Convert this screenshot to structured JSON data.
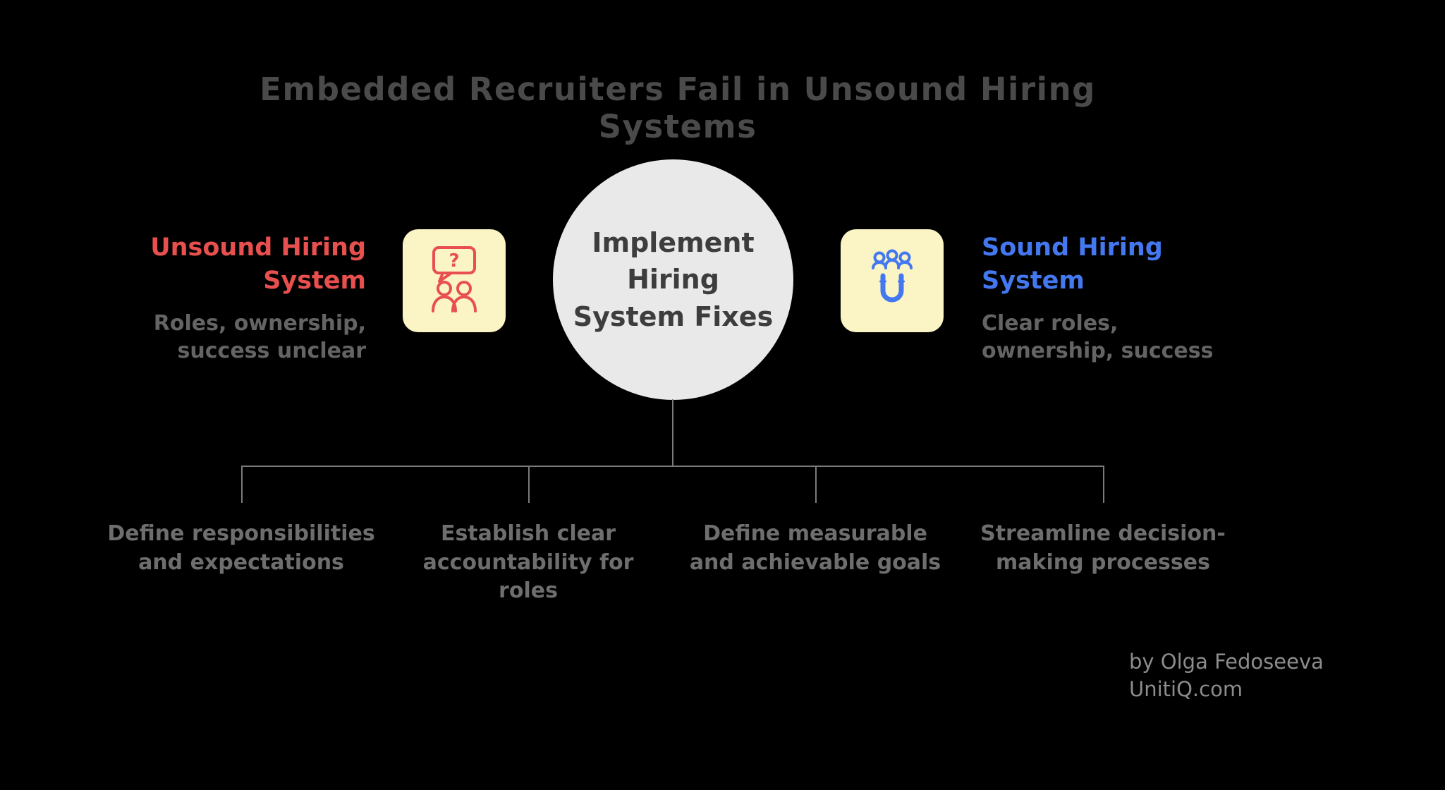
{
  "title": "Embedded Recruiters Fail in Unsound Hiring Systems",
  "center_node": {
    "lines": [
      "Implement",
      "Hiring",
      "System Fixes"
    ]
  },
  "left_node": {
    "title_lines": [
      "Unsound Hiring",
      "System"
    ],
    "subtitle_lines": [
      "Roles, ownership,",
      "success unclear"
    ],
    "icon": "chat-question-people-icon"
  },
  "right_node": {
    "title_lines": [
      "Sound Hiring",
      "System"
    ],
    "subtitle_lines": [
      "Clear roles,",
      "ownership, success"
    ],
    "icon": "magnet-people-icon"
  },
  "branches": [
    {
      "lines": [
        "Define responsibilities",
        "and expectations"
      ]
    },
    {
      "lines": [
        "Establish clear",
        "accountability for",
        "roles"
      ]
    },
    {
      "lines": [
        "Define measurable",
        "and achievable goals"
      ]
    },
    {
      "lines": [
        "Streamline decision-",
        "making processes"
      ]
    }
  ],
  "credit": {
    "author": "by Olga Fedoseeva",
    "site": "UnitiQ.com"
  },
  "colors": {
    "background": "#000000",
    "title_text": "#4a4a4a",
    "red_accent": "#e8504f",
    "blue_accent": "#4478f0",
    "icon_bg": "#fbf4c5",
    "circle_fill": "#e9e9e9",
    "circle_text": "#3d3d3d",
    "muted_text": "#646464",
    "branch_text": "#6e6e6e",
    "line": "#7a7a7a",
    "credit_text": "#8c8c8c"
  }
}
